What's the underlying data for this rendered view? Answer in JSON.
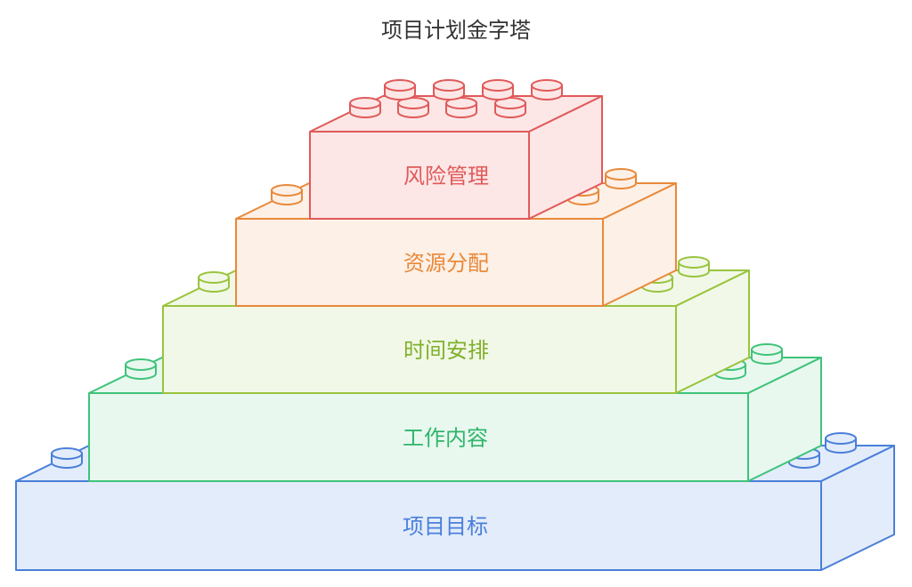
{
  "title": "项目计划金字塔",
  "layers": [
    {
      "label": "风险管理",
      "stroke": "#e05a5a",
      "fill": "#fde6e6",
      "label_color": "#e05a5a"
    },
    {
      "label": "资源分配",
      "stroke": "#e8893a",
      "fill": "#fdf0e6",
      "label_color": "#e8893a"
    },
    {
      "label": "时间安排",
      "stroke": "#99c43e",
      "fill": "#f2f8e8",
      "label_color": "#7fb12a"
    },
    {
      "label": "工作内容",
      "stroke": "#3fc37a",
      "fill": "#e8f8ef",
      "label_color": "#2fb56a"
    },
    {
      "label": "项目目标",
      "stroke": "#4a7fd9",
      "fill": "#e3ecfa",
      "label_color": "#4a7fd9"
    }
  ]
}
